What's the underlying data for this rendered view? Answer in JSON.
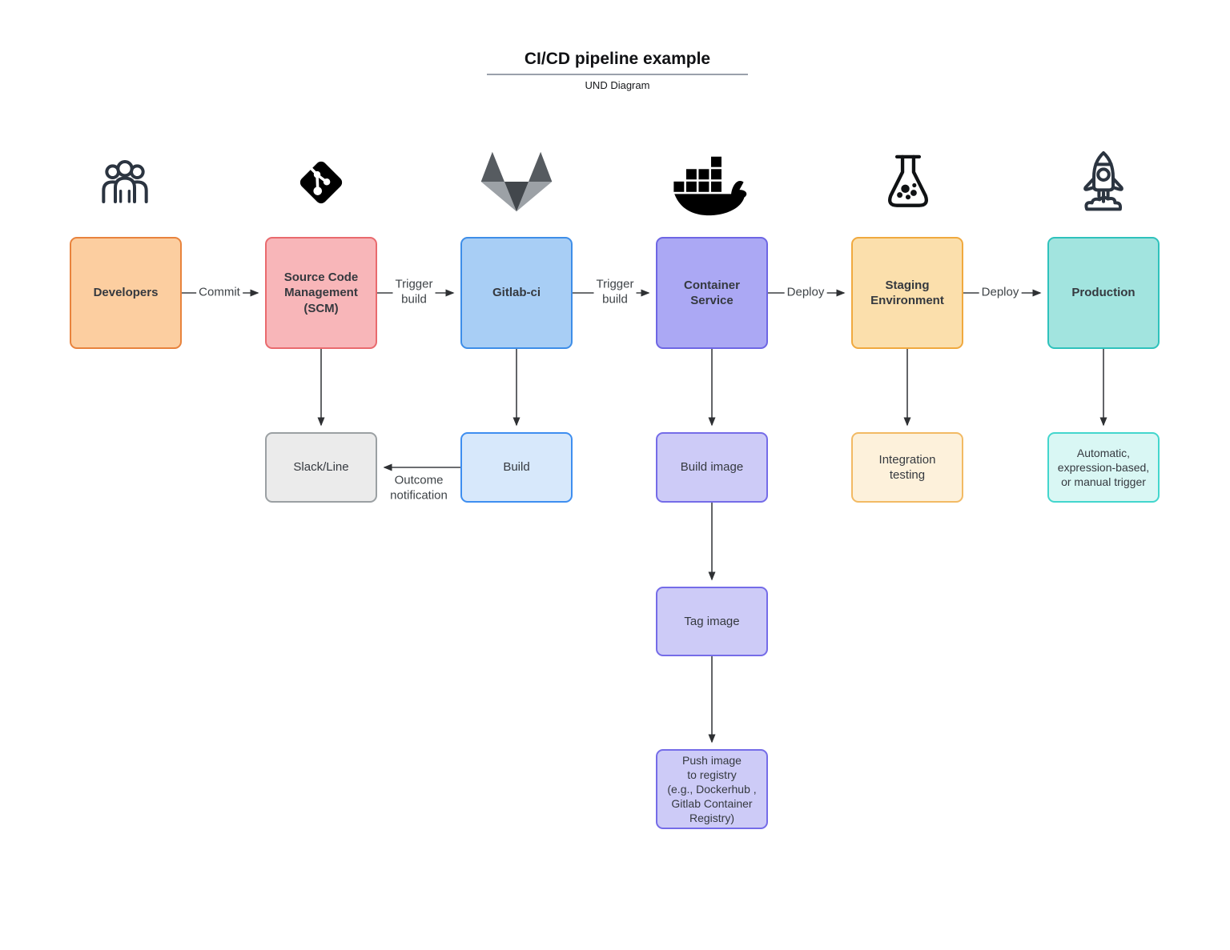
{
  "title": {
    "text": "CI/CD pipeline example",
    "subtitle": "UND Diagram"
  },
  "nodes": {
    "developers": {
      "label": "Developers",
      "fill": "#FCCEA0",
      "border": "#E8833D",
      "icon": "developers-group-icon"
    },
    "scm": {
      "label": "Source Code\nManagement\n(SCM)",
      "fill": "#F8B6B9",
      "border": "#E96A6E",
      "icon": "git-icon"
    },
    "gitlab_ci": {
      "label": "Gitlab-ci",
      "fill": "#A8CEF5",
      "border": "#3E8EE8",
      "icon": "gitlab-tanuki-icon"
    },
    "container_service": {
      "label": "Container\nService",
      "fill": "#ABA8F4",
      "border": "#6E66E4",
      "icon": "docker-whale-icon"
    },
    "staging": {
      "label": "Staging\nEnvironment",
      "fill": "#FBDFAC",
      "border": "#F0A93F",
      "icon": "lab-flask-icon"
    },
    "production": {
      "label": "Production",
      "fill": "#A2E4DF",
      "border": "#2FC2BC",
      "icon": "rocket-icon"
    },
    "slack_line": {
      "label": "Slack/Line",
      "fill": "#EBEBEB",
      "border": "#9BA0A3"
    },
    "build": {
      "label": "Build",
      "fill": "#D7E8FB",
      "border": "#3E8EF0"
    },
    "build_image": {
      "label": "Build image",
      "fill": "#CDCBF7",
      "border": "#756CE8"
    },
    "integration_testing": {
      "label": "Integration\ntesting",
      "fill": "#FDF1DB",
      "border": "#F2BA64"
    },
    "auto_trigger": {
      "label": "Automatic,\nexpression-based,\nor manual trigger",
      "fill": "#D9F7F4",
      "border": "#43D6CD"
    },
    "tag_image": {
      "label": "Tag image",
      "fill": "#CDCBF7",
      "border": "#756CE8"
    },
    "push_image": {
      "label": "Push image\nto registry\n(e.g., Dockerhub ,\nGitlab Container\nRegistry)",
      "fill": "#CDCBF7",
      "border": "#756CE8"
    }
  },
  "edges": {
    "commit": "Commit",
    "trigger_build_1": "Trigger\nbuild",
    "trigger_build_2": "Trigger\nbuild",
    "deploy_1": "Deploy",
    "deploy_2": "Deploy",
    "outcome_notification": "Outcome\nnotification"
  }
}
